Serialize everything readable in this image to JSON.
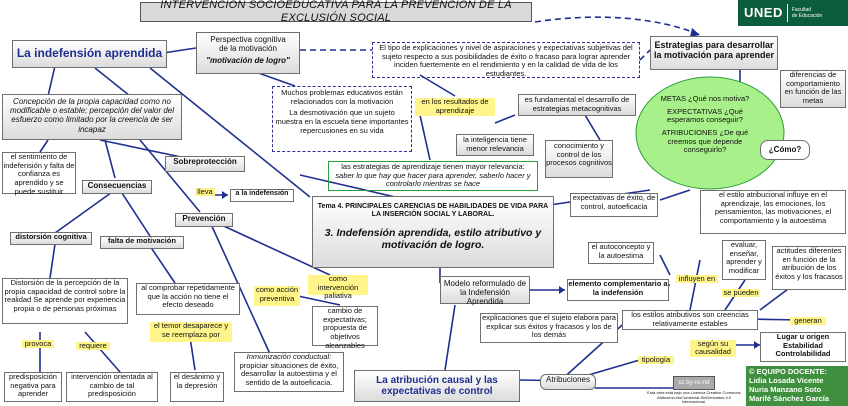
{
  "title": "INTERVENCIÓN SOCIOEDUCATIVA PARA LA PREVENCIÓN DE LA EXCLUSIÓN SOCIAL",
  "logo": {
    "name": "UNED",
    "subtitle_1": "Facultad",
    "subtitle_2": "de Educación"
  },
  "nodes": {
    "indefension": "La indefensión aprendida",
    "perspectiva_1": "Perspectiva cognitiva",
    "perspectiva_2": "de la motivación",
    "perspectiva_3": "\"motivación de logro\"",
    "tipo_explicaciones": "El tipo de explicaciones y nivel de aspiraciones y expectativas subjetivas del sujeto respecto a sus posibilidades de éxito o fracaso para lograr aprender inciden fuertemente en el rendimiento y en la calidad de vida de los estudiantes.",
    "estrategias_title": "Estrategias para desarrollar la motivación para aprender",
    "concepcion": "Concepción de la propia capacidad como no modificable o estable; percepción del valor del esfuerzo como limitado por la creencia de ser incapaz",
    "muchos_problemas_1": "Muchos problemas educativos están relacionados con la motivación",
    "muchos_problemas_2": "La desmotivación que un sujeto muestra en la escuela tiene importantes repercusiones en su vida",
    "en_resultados": "en los resultados de aprendizaje",
    "desarrollo_metacog": "es fundamental el desarrollo de estrategias metacognitivas",
    "inteligencia": "la inteligencia tiene menor relevancia",
    "conocimiento_control": "conocimiento y control de los procesos cognitivos",
    "estrategias_relevancia_1": "las estrategias de aprendizaje tienen mayor relevancia:",
    "estrategias_relevancia_2": "saber lo que hay que hacer para aprender, saberlo hacer y controlarlo mientras se hace",
    "diferencias_metas": "diferencias de comportamiento en función de las metas",
    "metas_q": "METAS ¿Qué nos motiva?",
    "expectativas_q": "EXPECTATIVAS ¿Qué esperamos conseguir?",
    "atribuciones_q": "ATRIBUCIONES ¿De qué creemos que depende conseguirlo?",
    "como": "¿Cómo?",
    "sentimiento": "el sentimiento de indefensión y falta de confianza es aprendido y se puede sustituir",
    "sobreproteccion": "Sobreprotección",
    "lleva": "lleva",
    "a_indefension": "a la indefensión",
    "consecuencias": "Consecuencias",
    "prevencion": "Prevención",
    "tema4_1": "Tema 4. PRINCIPALES CARENCIAS DE HABILIDADES DE VIDA PARA LA INSERCIÓN SOCIAL Y LABORAL.",
    "tema4_2": "3. Indefensión aprendida, estilo atributivo y motivación de logro.",
    "expectativas_exito": "expectativas de éxito, de control, autoeficacia",
    "estilo_atribucional": "el estilo atribucional influye en el aprendizaje, las emociones, los pensamientos, las motivaciones, el comportamiento y la autoestima",
    "distorsion": "distorsión cognitiva",
    "falta_motivacion": "falta de motivación",
    "autoconcepto": "el autoconcepto y la autoestima",
    "evaluar": "evaluar, enseñar, aprender y modificar",
    "actitudes": "actitudes diferentes en función de la atribución de los éxitos y los fracasos",
    "como_intervencion": "como intervención paliativa",
    "como_accion": "como acción preventiva",
    "distorsion_percepcion": "Distorsión de la percepción de la propia capacidad de control sobre la realidad Se aprende por experiencia propia o de personas próximas",
    "al_comprobar": "al comprobar repetidamente que la acción no tiene el efecto deseado",
    "modelo_reformulado": "Modelo reformulado de la Indefensión Aprendida",
    "elemento_complementario": "elemento complementario a la indefensión",
    "influyen_en": "influyen en",
    "se_pueden": "se pueden",
    "cambio_expectativas": "cambio de expectativas; propuesta de objetivos alcanzables",
    "temor": "el temor desaparece y se reemplaza por",
    "explicaciones_sujeto": "explicaciones que el sujeto elabora para explicar sus éxitos y fracasos y los de los demás",
    "estilos_atributivos": "los estilos atributivos son creencias relativamente estables",
    "generan": "generan",
    "provoca": "provoca",
    "requiere": "requiere",
    "inmunizacion_1": "Inmunización conductual:",
    "inmunizacion_2": "propiciar situaciones de éxito, desarrollar la autoestima y el sentido de la autoeficacia.",
    "segun_causalidad": "según su causalidad",
    "lugar_origen": "Lugar u origen Estabilidad Controlabilidad",
    "tipologia": "tipología",
    "predisposicion": "predisposición negativa para aprender",
    "intervencion_orientada": "intervención orientada al cambio de tal predisposición",
    "desanimo": "el desánimo y la depresión",
    "atribucion_causal": "La atribución causal y las expectativas de control",
    "atribuciones": "Atribuciones",
    "license_1": "Esta obra está bajo una Licencia Creative Commons",
    "license_2": "Atribución-NoComercial-SinDerivadas 4.0 Internacional.",
    "equipo": "© EQUIPO DOCENTE:",
    "autor1": "Lidia Losada Vicente",
    "autor2": "Nuria Manzano Soto",
    "autor3": "Marifé Sánchez García"
  },
  "colors": {
    "connector": "#1f2f8f",
    "highlight": "#fff58a",
    "ellipse": "#a8f08a",
    "team_box": "#3e8f3e"
  }
}
